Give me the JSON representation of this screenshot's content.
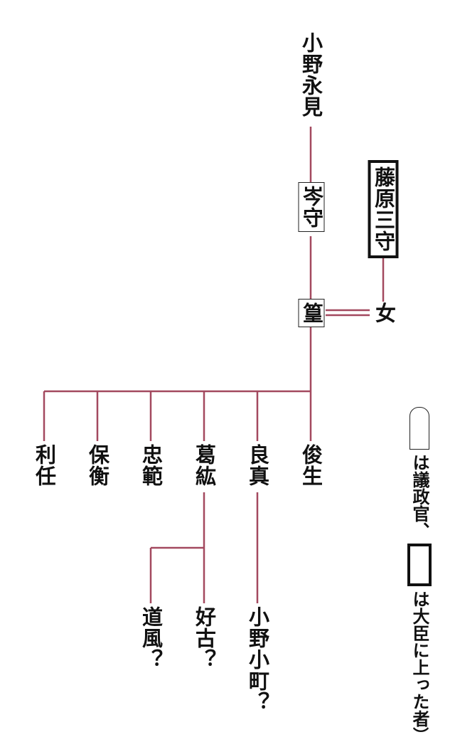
{
  "line_color": "#a3495f",
  "people": {
    "nagami": "小野永見",
    "minemori": "岑守",
    "takamura": "篁",
    "fujiwara_mimori": "藤原三守",
    "musume": "女",
    "children": [
      "俊生",
      "良真",
      "葛紘",
      "忠範",
      "保衡",
      "利任"
    ],
    "michikaze": "道風？",
    "yoshifuru": "好古？",
    "komachi": "小野小町？"
  },
  "legend": {
    "open": "（",
    "text1": "は議政官、",
    "text2": "は大臣に上った者",
    "close": "）"
  }
}
